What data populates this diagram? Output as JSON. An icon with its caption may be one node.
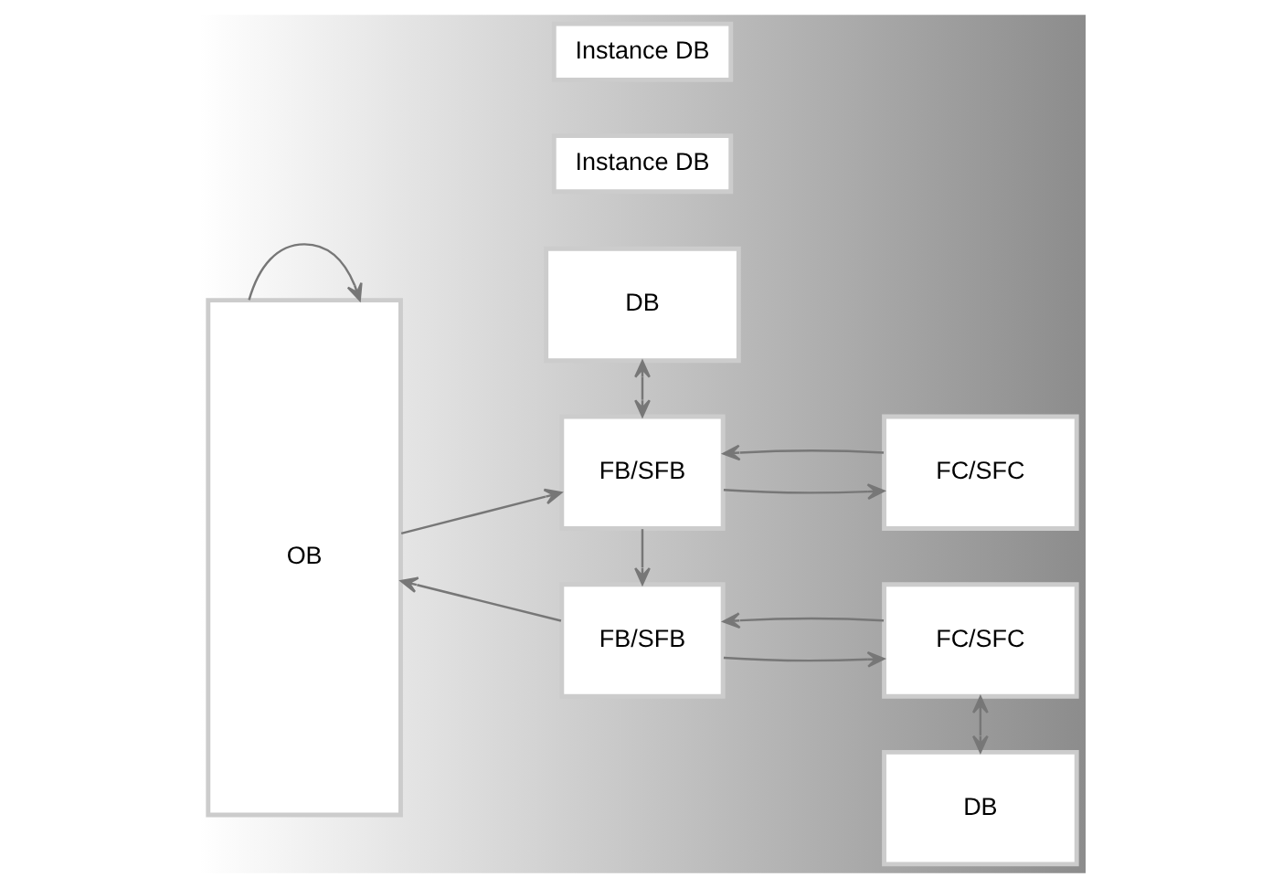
{
  "diagram": {
    "nodes": [
      {
        "text": [
          "OB"
        ]
      },
      {
        "text": [
          "DB"
        ]
      },
      {
        "text": [
          "FB/SFB"
        ]
      },
      {
        "text": [
          "Instance DB"
        ]
      },
      {
        "text": [
          "FC/SFC"
        ]
      },
      {
        "text": [
          "FB/SFB"
        ]
      },
      {
        "text": [
          "Instance DB"
        ]
      },
      {
        "text": [
          "FC/SFC"
        ]
      },
      {
        "text": [
          "DB"
        ]
      }
    ],
    "edges": [
      {
        "from": 0,
        "to": 2,
        "arrow": "to"
      },
      {
        "from": 1,
        "to": 2,
        "arrow": "both"
      },
      {
        "from": 2,
        "to": 4,
        "arrow": "to"
      },
      {
        "from": 4,
        "to": 2,
        "arrow": "to"
      },
      {
        "from": 2,
        "to": 5,
        "arrow": "to"
      },
      {
        "from": 5,
        "to": 7,
        "arrow": "to"
      },
      {
        "from": 7,
        "to": 5,
        "arrow": "to"
      },
      {
        "from": 7,
        "to": 8,
        "arrow": "both"
      },
      {
        "from": 5,
        "to": 0,
        "arrow": "to"
      },
      {
        "from": 0,
        "to": 0,
        "arrow": "to"
      }
    ]
  }
}
